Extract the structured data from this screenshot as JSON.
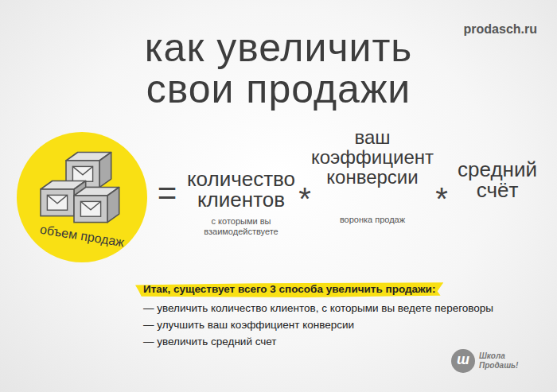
{
  "diagram": {
    "title": "как увеличить свои продажи",
    "nodes": [
      {
        "text": [
          "объем продаж"
        ]
      },
      {
        "text": [
          "Итак, существует всего 3 способа увеличить продажи:"
        ]
      },
      {
        "text": [
          "ш",
          "Школа Продашь!"
        ]
      }
    ],
    "labels": [
      "prodasch.ru",
      "=",
      "количество клиентов",
      "с которыми вы взаимодействуете",
      "*",
      "ваш коэффициент конверсии",
      "воронка продаж",
      "*",
      "средний счёт",
      "— увеличить количество клиентов, с которыми вы ведете переговоры",
      "— улучшить ваш коэффициент конверсии",
      "— увеличить средний счет"
    ]
  }
}
